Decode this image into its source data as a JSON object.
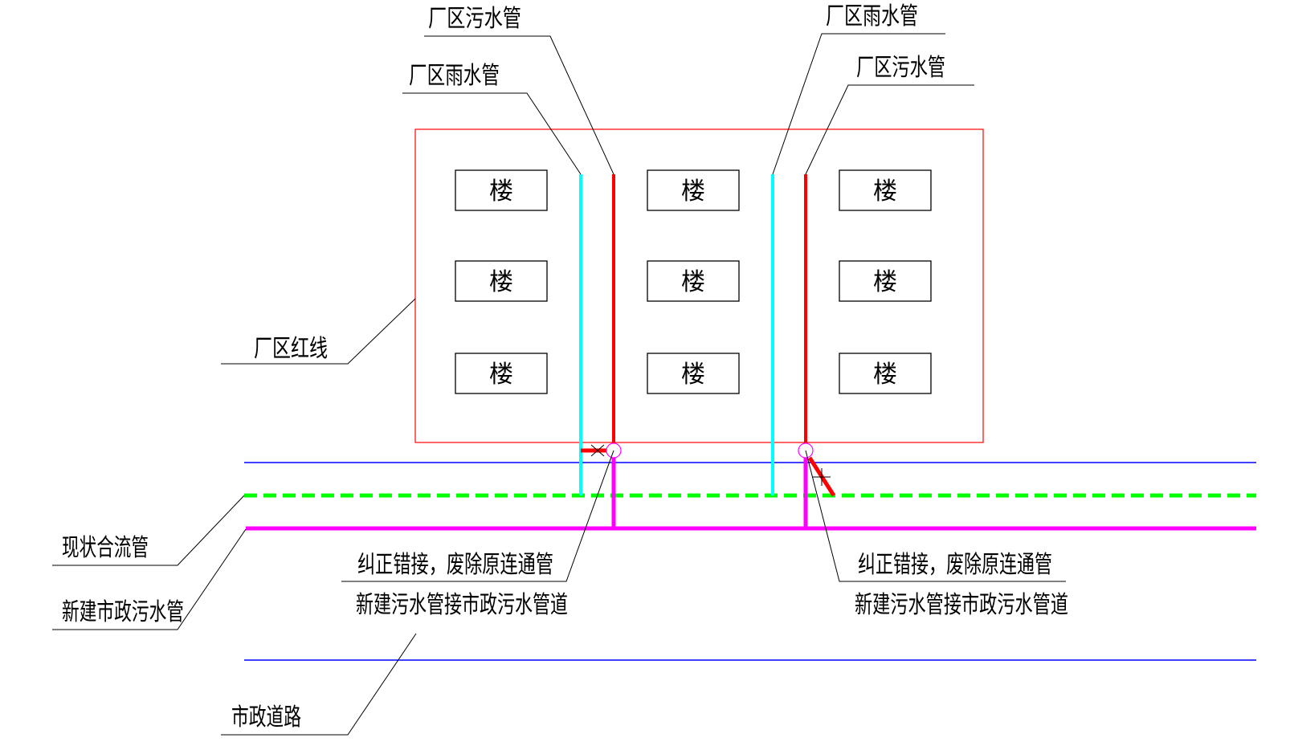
{
  "labels": {
    "plant_sewage_left": "厂区污水管",
    "plant_rain_left": "厂区雨水管",
    "plant_rain_right": "厂区雨水管",
    "plant_sewage_right": "厂区污水管",
    "plant_redline": "厂区红线",
    "existing_combined": "现状合流管",
    "new_municipal_sewage": "新建市政污水管",
    "municipal_road": "市政道路",
    "fix_left_1": "纠正错接，废除原连通管",
    "fix_left_2": "新建污水管接市政污水管道",
    "fix_right_1": "纠正错接，废除原连通管",
    "fix_right_2": "新建污水管接市政污水管道"
  },
  "buildings": [
    "楼",
    "楼",
    "楼",
    "楼",
    "楼",
    "楼",
    "楼",
    "楼",
    "楼"
  ],
  "colors": {
    "redline": "#ff0000",
    "rain_pipe": "#00ffff",
    "sewage_pipe": "#ff0000",
    "combined_pipe": "#00ff00",
    "municipal_sewage": "#ff00ff",
    "road": "#0000ff"
  }
}
